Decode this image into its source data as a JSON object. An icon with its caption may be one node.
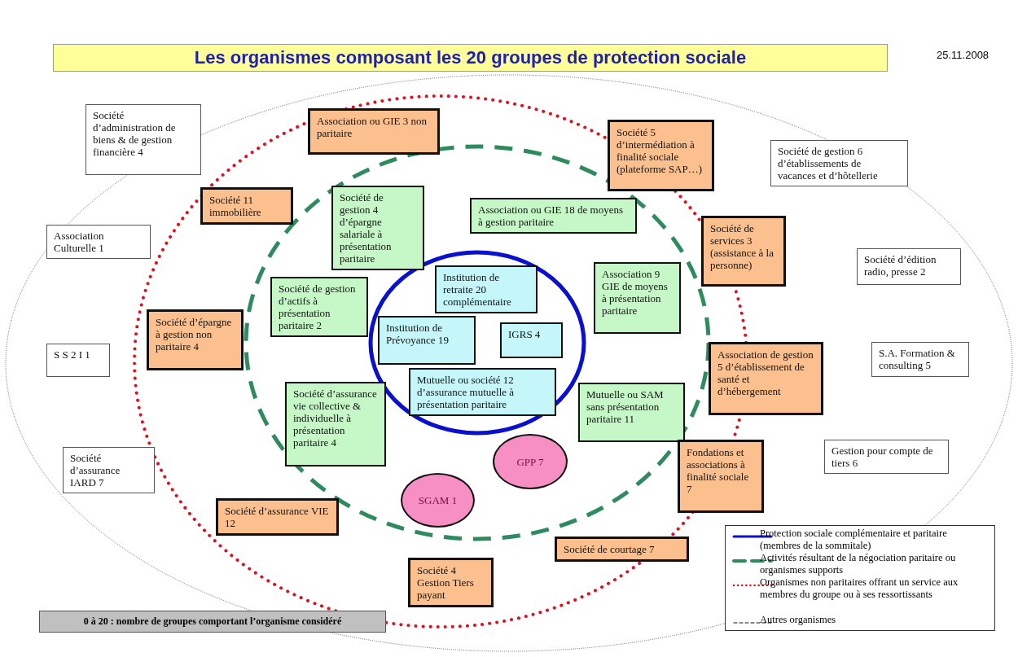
{
  "diagram": {
    "title": "Les organismes composant les 20 groupes de protection sociale",
    "nodes": [
      {
        "text": [
          "Société d’administration de biens & de gestion financière 4"
        ]
      },
      {
        "text": [
          "Association ou GIE 3 non paritaire"
        ]
      },
      {
        "text": [
          "Société 5 d’intermédiation à finalité sociale (plateforme SAP…)"
        ]
      },
      {
        "text": [
          "Société de gestion 6 d’établissements de vacances et d’hôtellerie"
        ]
      },
      {
        "text": [
          "Société 11 immobilière"
        ]
      },
      {
        "text": [
          "Société de gestion 4 d’épargne salariale à présentation paritaire"
        ]
      },
      {
        "text": [
          "Association ou GIE 18 de moyens à gestion paritaire"
        ]
      },
      {
        "text": [
          "Association Culturelle 1"
        ]
      },
      {
        "text": [
          "Société de services 3 (assistance à la personne)"
        ]
      },
      {
        "text": [
          "Société d’édition radio, presse 2"
        ]
      },
      {
        "text": [
          "Institution de retraite 20 complémentaire"
        ]
      },
      {
        "text": [
          "Association 9 GIE de moyens à présentation paritaire"
        ]
      },
      {
        "text": [
          "Société de gestion d’actifs à présentation paritaire 2"
        ]
      },
      {
        "text": [
          "Institution de Prévoyance 19"
        ]
      },
      {
        "text": [
          "IGRS 4"
        ]
      },
      {
        "text": [
          "Société d’épargne à gestion non paritaire 4"
        ]
      },
      {
        "text": [
          "S S 2 I 1"
        ]
      },
      {
        "text": [
          "S.A. Formation & consulting 5"
        ]
      },
      {
        "text": [
          "Association de gestion 5 d’établissement de santé et d’hébergement"
        ]
      },
      {
        "text": [
          "Mutuelle ou société 12 d’assurance mutuelle à présentation paritaire"
        ]
      },
      {
        "text": [
          "Société d’assurance vie collective & individuelle à présentation paritaire 4"
        ]
      },
      {
        "text": [
          "Mutuelle ou SAM sans présentation paritaire 11"
        ]
      },
      {
        "text": [
          "Société d’assurance IARD 7"
        ]
      },
      {
        "text": [
          "Gestion pour compte de tiers 6"
        ]
      },
      {
        "text": [
          "Fondations et associations à finalité sociale 7"
        ]
      },
      {
        "text": [
          "GPP 7"
        ]
      },
      {
        "text": [
          "SGAM 1"
        ]
      },
      {
        "text": [
          "Société d’assurance VIE 12"
        ]
      },
      {
        "text": [
          "Société de courtage 7"
        ]
      },
      {
        "text": [
          "Société 4 Gestion Tiers payant"
        ]
      }
    ],
    "labels": [
      "25.11.2008",
      "0 à 20 : nombre de groupes comportant l’organisme considéré"
    ],
    "legend": [
      {
        "text": "Protection sociale complémentaire et paritaire (membres de la sommitale)"
      },
      {
        "text": "Activités résultant de la négociation paritaire ou organismes supports"
      },
      {
        "text": "Organismes non paritaires offrant un service aux membres du groupe ou à ses ressortissants"
      },
      {
        "text": "Autres organismes"
      }
    ]
  }
}
